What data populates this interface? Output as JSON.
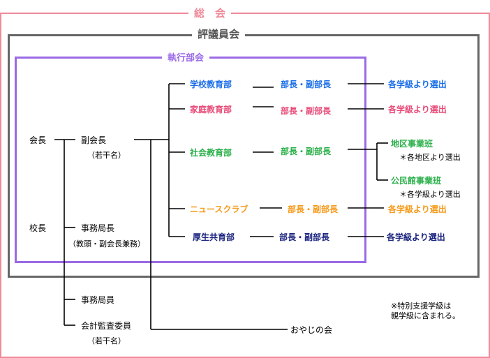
{
  "frames": {
    "general": {
      "label": "総　会",
      "color": "#f08a9a"
    },
    "council": {
      "label": "評議員会",
      "color": "#666666"
    },
    "executive": {
      "label": "執行部会",
      "color": "#9a6ae6"
    }
  },
  "left": {
    "kaicho": "会長",
    "kocho": "校長",
    "fukukaicho": "副会長",
    "fukukaicho_note": "（若干名）",
    "jimukyokucho": "事務局長",
    "jimukyokucho_note": "（教頭・副会長兼務）",
    "jimukyokuin": "事務局員",
    "kansa": "会計監査委員",
    "kansa_note": "（若干名）"
  },
  "departments": [
    {
      "name": "学校教育部",
      "lead": "部長・副部長",
      "selection": "各学級より選出",
      "color": "#1a6ee8"
    },
    {
      "name": "家庭教育部",
      "lead": "部長・副部長",
      "selection": "各学級より選出",
      "color": "#e84a78"
    },
    {
      "name": "社会教育部",
      "lead": "部長・副部長",
      "color": "#2ab04a",
      "sub": [
        {
          "name": "地区事業班",
          "note": "＊各地区より選出"
        },
        {
          "name": "公民館事業班",
          "note": "＊各学級より選出"
        }
      ]
    },
    {
      "name": "ニュースクラブ",
      "lead": "部長・副部長",
      "selection": "各学級より選出",
      "color": "#f59a1a"
    },
    {
      "name": "厚生共育部",
      "lead": "部長・副部長",
      "selection": "各学級より選出",
      "color": "#1a237e"
    }
  ],
  "oyaji": "おやじの会",
  "footnote_line1": "※特別支援学級は",
  "footnote_line2": "親学級に含まれる。"
}
